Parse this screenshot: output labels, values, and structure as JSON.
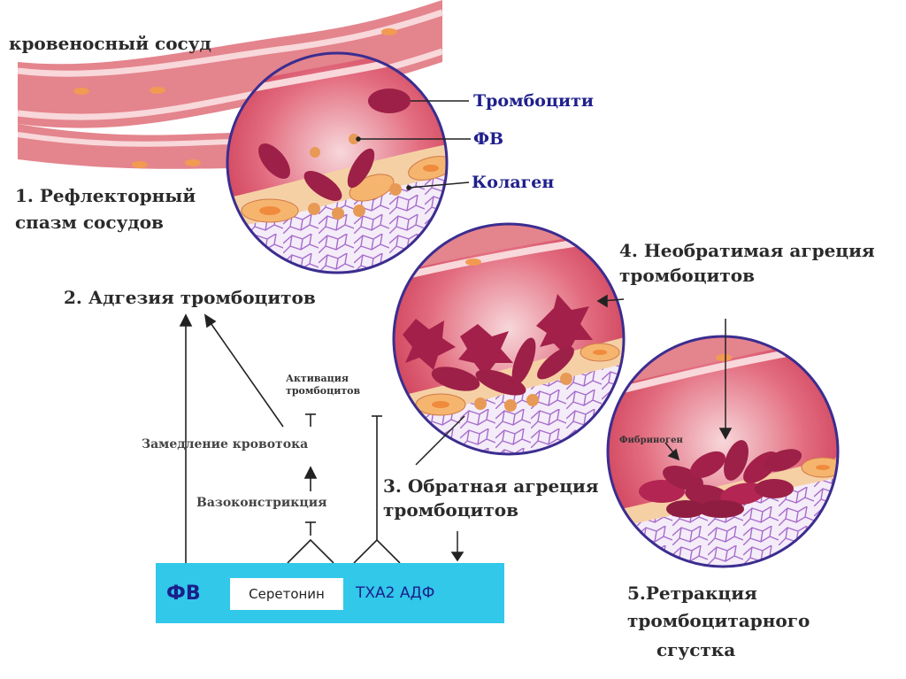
{
  "labels": {
    "vessel": "кровеносный сосуд",
    "platelets": "Тромбоцити",
    "fv": "ФВ",
    "collagen": "Колаген",
    "step1_line1": "1. Рефлекторный",
    "step1_line2": "спазм сосудов",
    "step2": "2. Адгезия тромбоцитов",
    "activation_line1": "Активация",
    "activation_line2": "тромбоцитов",
    "slowdown": "Замедление кровотока",
    "vasoconstriction": "Вазоконстрикция",
    "step3_line1": "3. Обратная агреция",
    "step3_line2": "тромбоцитов",
    "step4_line1": "4. Необратимая агреция",
    "step4_line2": "тромбоцитов",
    "fibrinogen": "Фибриноген",
    "step5_line1": "5.Ретракция",
    "step5_line2": "тромбоцитарного",
    "step5_line3": "сгустка"
  },
  "bar": {
    "fv": "ФВ",
    "serotonin": "Серетонин",
    "txa": "ТХА2 АДФ"
  },
  "colors": {
    "vessel_wall": "#e0838a",
    "vessel_light": "#f6d4d6",
    "lumen": "#d8485f",
    "platelet": "#9c2047",
    "cell": "#f3b676",
    "collagen": "#b07ad0",
    "bar": "#31c8ea",
    "circle_border": "#3b2d8f"
  }
}
